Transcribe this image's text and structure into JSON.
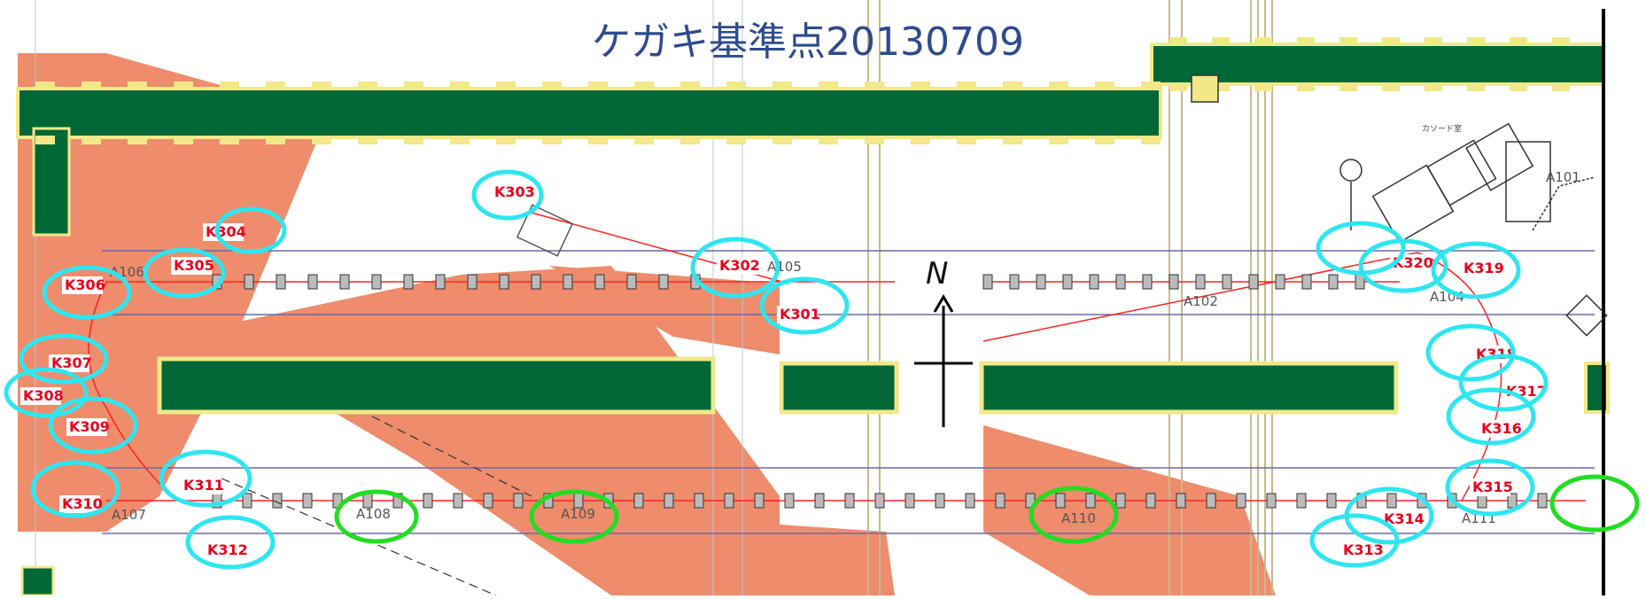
{
  "title": "ケガキ基準点20130709",
  "north_label": "N",
  "colors": {
    "wall_green": "#006837",
    "block_yellow": "#f2e88a",
    "floor_salmon": "#ee8c6c",
    "ring_cyan": "#2ee6f0",
    "ring_green": "#22dd22",
    "beam_red": "#ff2222",
    "label_red": "#e8001c",
    "title_blue": "#2e4b8f"
  },
  "k_points": [
    "K301",
    "K302",
    "K303",
    "K304",
    "K305",
    "K306",
    "K307",
    "K308",
    "K309",
    "K310",
    "K311",
    "K312",
    "K313",
    "K314",
    "K315",
    "K316",
    "K317",
    "K318",
    "K319",
    "K320"
  ],
  "a_points_circled": [
    "A108",
    "A109",
    "A110"
  ],
  "a_points_other": [
    "A101",
    "A102",
    "A104",
    "A105",
    "A106",
    "A107",
    "A111"
  ],
  "annotations": [
    "カソード室"
  ]
}
